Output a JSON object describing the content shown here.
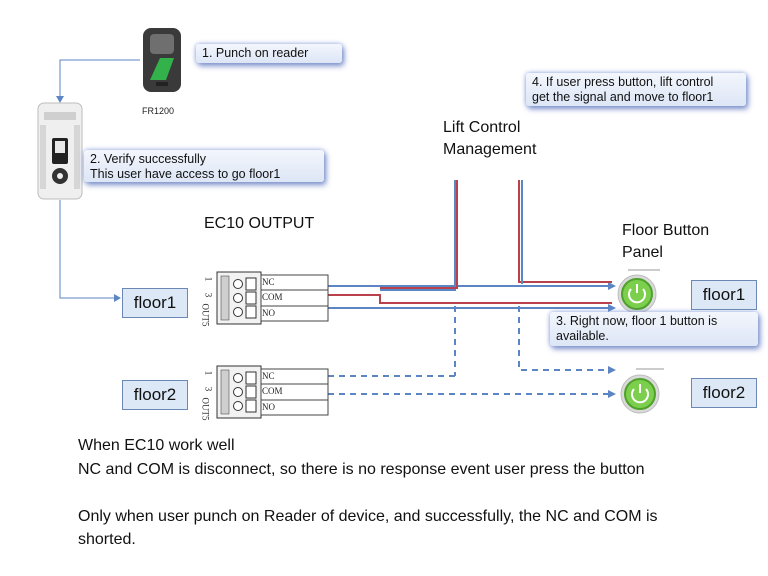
{
  "reader": {
    "label": "FR1200"
  },
  "callouts": {
    "step1": "1. Punch on reader",
    "step2_line1": "2. Verify successfully",
    "step2_line2": "This user have  access to go floor1",
    "step3_line1": "3. Right now, floor 1 button is",
    "step3_line2": "available.",
    "step4_line1": "4. If user press button, lift control",
    "step4_line2": "get the signal and move to floor1"
  },
  "titles": {
    "lift_control_1": "Lift Control",
    "lift_control_2": "Management",
    "ec10_output": "EC10 OUTPUT",
    "floor_panel_1": "Floor Button",
    "floor_panel_2": "Panel"
  },
  "floors": {
    "left_floor1": "floor1",
    "left_floor2": "floor2",
    "right_floor1": "floor1",
    "right_floor2": "floor2"
  },
  "terminal": {
    "nc": "NC",
    "com": "COM",
    "no": "NO",
    "pin1": "1",
    "pin3": "3",
    "out": "OUT5"
  },
  "notes": {
    "line1": "When EC10 work well",
    "line2": "NC and COM is disconnect, so there is no response event user press the button",
    "line3": "Only when user punch on Reader of device, and successfully,  the NC and COM is",
    "line4": "shorted."
  },
  "colors": {
    "blue_wire": "#5b86c3",
    "red_wire": "#b8414c",
    "button_green": "#5fbf3a",
    "callout_bg": "#dde6f6"
  }
}
